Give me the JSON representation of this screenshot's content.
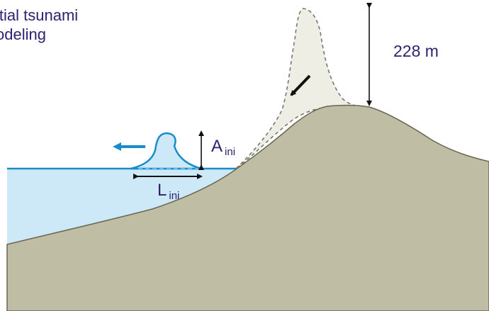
{
  "title": {
    "line1": "itial tsunami",
    "line2": "odeling"
  },
  "annotations": {
    "landslide_height": "228 m",
    "amplitude_symbol": "A",
    "amplitude_subscript": "ini",
    "wavelength_symbol": "L",
    "wavelength_subscript": "ini"
  },
  "colors": {
    "sea_fill": "#cde9f7",
    "wave_stroke": "#1a8ccc",
    "terrain_fill": "#bfbda4",
    "terrain_stroke": "#6a6650",
    "pre_slide_fill": "#eeeee4",
    "dashed_outline": "#777777",
    "arrow_black": "#111111",
    "text": "#2e2270"
  },
  "icons": {
    "wave_direction": "arrow-left-icon",
    "slide_direction": "arrow-down-left-icon",
    "height_dimension": "double-arrow-vertical-icon"
  }
}
